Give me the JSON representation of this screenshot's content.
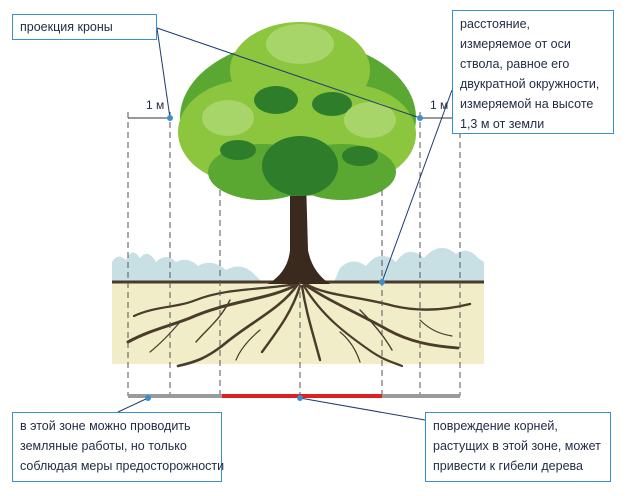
{
  "labels": {
    "crown_projection": "проекция кроны",
    "distance_lines": [
      "расстояние,",
      "измеряемое от оси",
      "ствола, равное его",
      "двукратной окружности,",
      "измеряемой на высоте",
      "1,3 м от земли"
    ],
    "safe_zone_lines": [
      "в этой зоне можно проводить",
      "земляные работы, но только",
      "соблюдая меры предосторожности"
    ],
    "damage_zone_lines": [
      "повреждение корней,",
      "растущих в этой зоне, может",
      "привести к гибели дерева"
    ],
    "meter_left": "1 м",
    "meter_right": "1 м"
  },
  "colors": {
    "callout_border": "#3b8fd0",
    "leaf_light": "#8cc63f",
    "leaf_mid": "#5aa832",
    "leaf_dark": "#2e7d2b",
    "trunk": "#3a2a1e",
    "soil": "#f0edc8",
    "ground_line": "#4a3b2a",
    "grass": "#c8dfe3",
    "danger_line": "#e02020",
    "safe_line": "#9a9a9a"
  }
}
